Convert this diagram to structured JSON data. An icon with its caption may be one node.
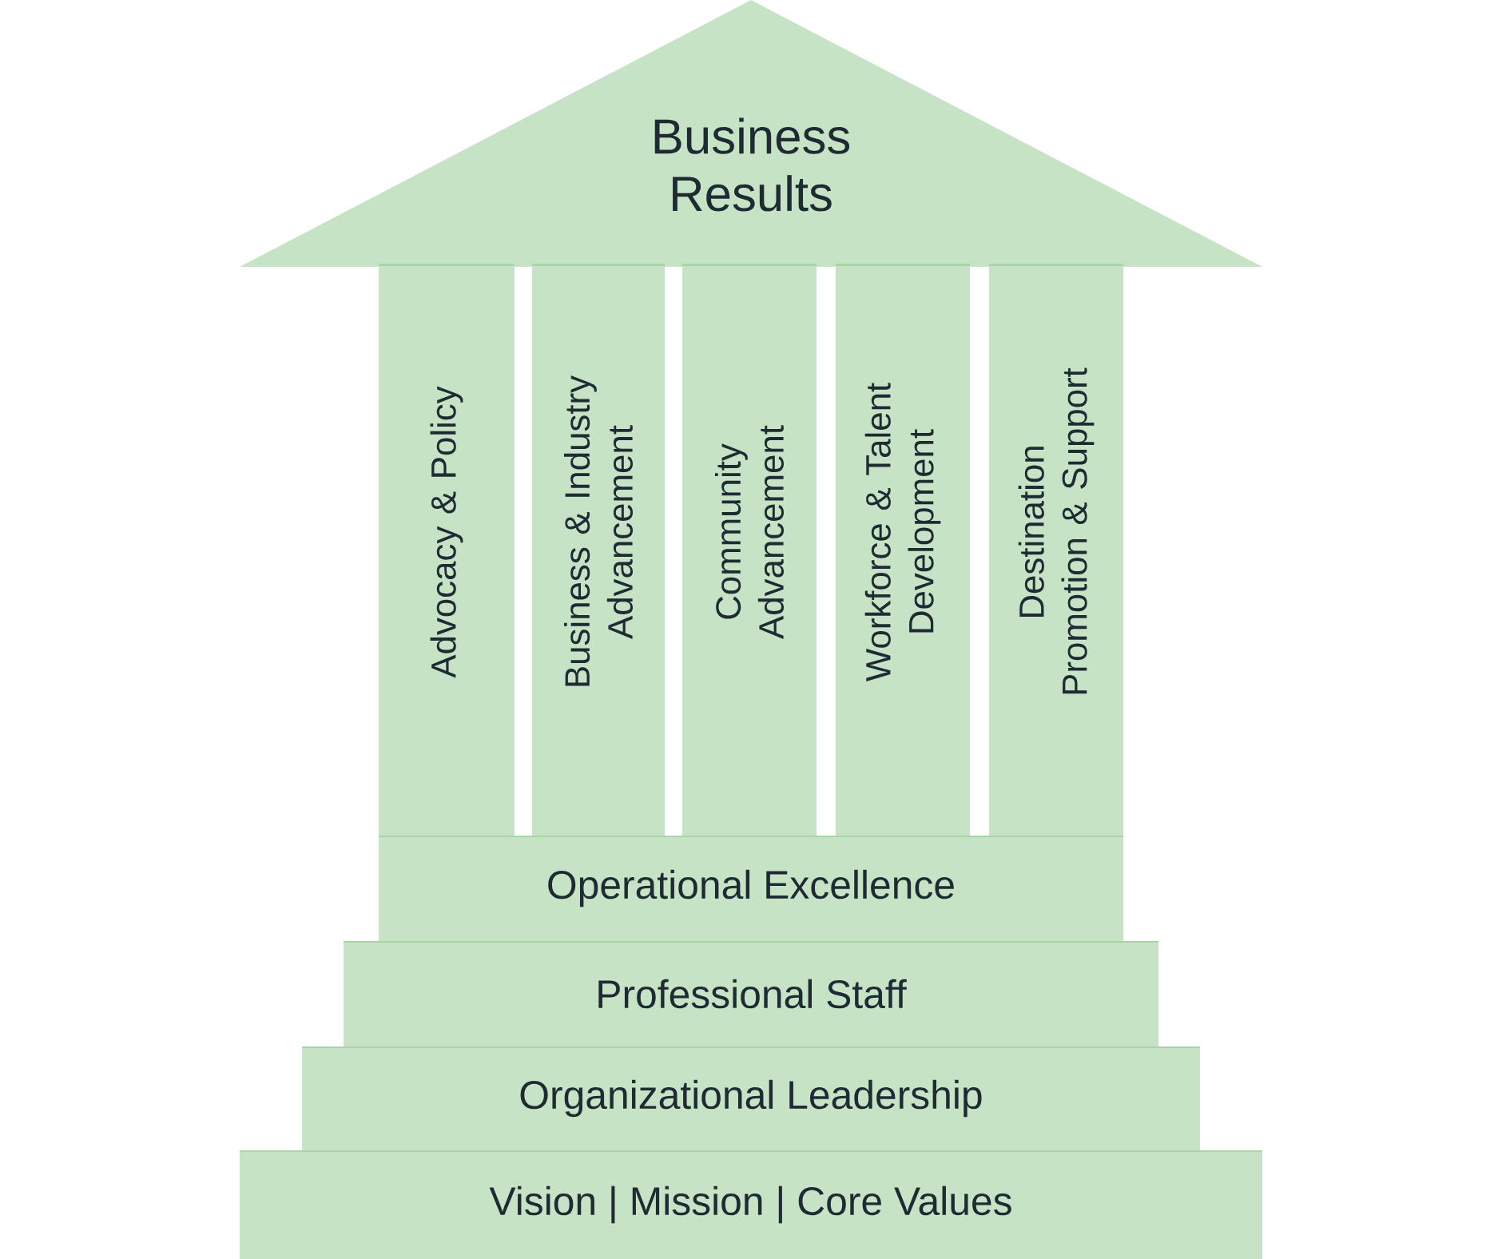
{
  "diagram": {
    "nodes": [
      {
        "text": [
          "Business Results"
        ]
      },
      {
        "text": [
          "Advocacy & Policy"
        ]
      },
      {
        "text": [
          "Business & Industry Advancement"
        ]
      },
      {
        "text": [
          "Community Advancement"
        ]
      },
      {
        "text": [
          "Workforce & Talent Development"
        ]
      },
      {
        "text": [
          "Destination Promotion & Support"
        ]
      },
      {
        "text": [
          "Operational Excellence"
        ]
      },
      {
        "text": [
          "Professional Staff"
        ]
      },
      {
        "text": [
          "Organizational Leadership"
        ]
      },
      {
        "text": [
          "Vision | Mission | Core Values"
        ]
      }
    ]
  }
}
